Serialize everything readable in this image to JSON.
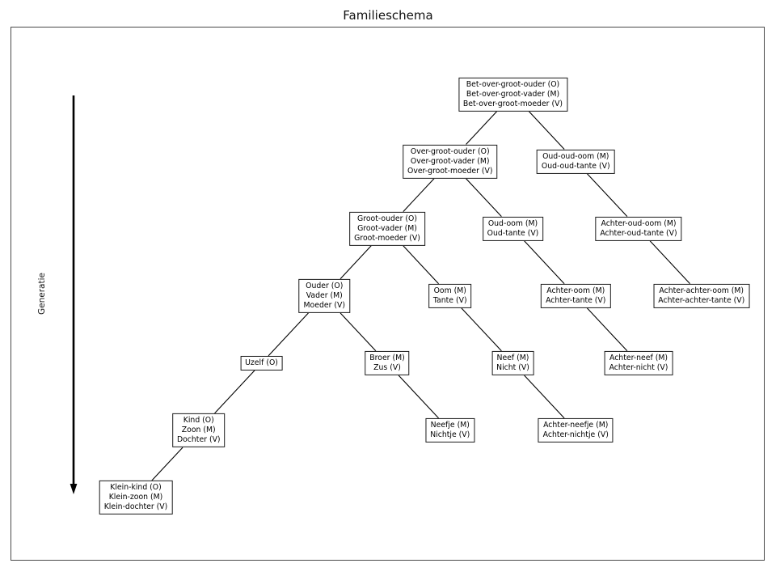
{
  "title": "Familieschema",
  "axis": {
    "generation_label": "Generatie"
  },
  "colors": {
    "background": "#ffffff",
    "box_border": "#1a1a1a",
    "edge_line": "#000000",
    "frame": "#4a4a4a",
    "text": "#000000"
  },
  "diagram": {
    "nodes": [
      {
        "id": "bet-over-groot-ouder",
        "col": 6,
        "level": 0,
        "lines": [
          "Bet-over-groot-ouder (O)",
          "Bet-over-groot-vader (M)",
          "Bet-over-groot-moeder (V)"
        ]
      },
      {
        "id": "over-groot-ouder",
        "col": 5,
        "level": 1,
        "lines": [
          "Over-groot-ouder (O)",
          "Over-groot-vader (M)",
          "Over-groot-moeder (V)"
        ]
      },
      {
        "id": "oud-oud-oom",
        "col": 7,
        "level": 1,
        "lines": [
          "Oud-oud-oom (M)",
          "Oud-oud-tante (V)"
        ]
      },
      {
        "id": "groot-ouder",
        "col": 4,
        "level": 2,
        "lines": [
          "Groot-ouder (O)",
          "Groot-vader (M)",
          "Groot-moeder (V)"
        ]
      },
      {
        "id": "oud-oom",
        "col": 6,
        "level": 2,
        "lines": [
          "Oud-oom (M)",
          "Oud-tante (V)"
        ]
      },
      {
        "id": "achter-oud-oom",
        "col": 8,
        "level": 2,
        "lines": [
          "Achter-oud-oom (M)",
          "Achter-oud-tante (V)"
        ]
      },
      {
        "id": "ouder",
        "col": 3,
        "level": 3,
        "lines": [
          "Ouder (O)",
          "Vader (M)",
          "Moeder (V)"
        ]
      },
      {
        "id": "oom",
        "col": 5,
        "level": 3,
        "lines": [
          "Oom (M)",
          "Tante (V)"
        ]
      },
      {
        "id": "achter-oom",
        "col": 7,
        "level": 3,
        "lines": [
          "Achter-oom (M)",
          "Achter-tante (V)"
        ]
      },
      {
        "id": "achter-achter-oom",
        "col": 9,
        "level": 3,
        "lines": [
          "Achter-achter-oom (M)",
          "Achter-achter-tante (V)"
        ]
      },
      {
        "id": "uzelf",
        "col": 2,
        "level": 4,
        "lines": [
          "Uzelf (O)"
        ]
      },
      {
        "id": "broer-zus",
        "col": 4,
        "level": 4,
        "lines": [
          "Broer (M)",
          "Zus (V)"
        ]
      },
      {
        "id": "neef-nicht",
        "col": 6,
        "level": 4,
        "lines": [
          "Neef (M)",
          "Nicht (V)"
        ]
      },
      {
        "id": "achter-neef",
        "col": 8,
        "level": 4,
        "lines": [
          "Achter-neef (M)",
          "Achter-nicht (V)"
        ]
      },
      {
        "id": "kind",
        "col": 1,
        "level": 5,
        "lines": [
          "Kind (O)",
          "Zoon (M)",
          "Dochter (V)"
        ]
      },
      {
        "id": "neefje",
        "col": 5,
        "level": 5,
        "lines": [
          "Neefje (M)",
          "Nichtje (V)"
        ]
      },
      {
        "id": "achter-neefje",
        "col": 7,
        "level": 5,
        "lines": [
          "Achter-neefje (M)",
          "Achter-nichtje (V)"
        ]
      },
      {
        "id": "klein-kind",
        "col": 0,
        "level": 6,
        "lines": [
          "Klein-kind (O)",
          "Klein-zoon (M)",
          "Klein-dochter (V)"
        ]
      }
    ],
    "edges": [
      [
        "bet-over-groot-ouder",
        "over-groot-ouder"
      ],
      [
        "bet-over-groot-ouder",
        "oud-oud-oom"
      ],
      [
        "over-groot-ouder",
        "groot-ouder"
      ],
      [
        "over-groot-ouder",
        "oud-oom"
      ],
      [
        "oud-oud-oom",
        "achter-oud-oom"
      ],
      [
        "groot-ouder",
        "ouder"
      ],
      [
        "groot-ouder",
        "oom"
      ],
      [
        "oud-oom",
        "achter-oom"
      ],
      [
        "achter-oud-oom",
        "achter-achter-oom"
      ],
      [
        "ouder",
        "uzelf"
      ],
      [
        "ouder",
        "broer-zus"
      ],
      [
        "oom",
        "neef-nicht"
      ],
      [
        "achter-oom",
        "achter-neef"
      ],
      [
        "uzelf",
        "kind"
      ],
      [
        "broer-zus",
        "neefje"
      ],
      [
        "neef-nicht",
        "achter-neefje"
      ],
      [
        "kind",
        "klein-kind"
      ]
    ]
  }
}
